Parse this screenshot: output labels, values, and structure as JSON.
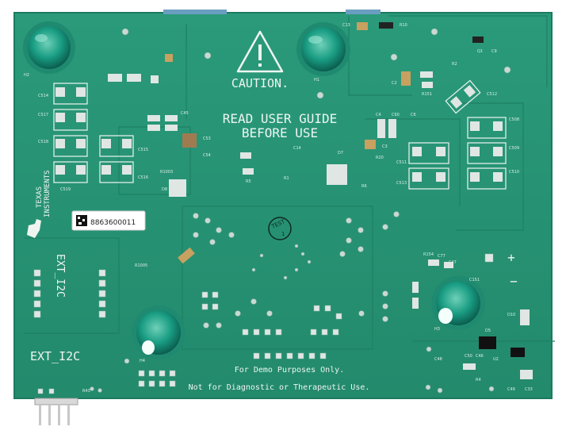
{
  "board": {
    "caution_title": "CAUTION.",
    "read_line1": "READ USER GUIDE",
    "read_line2": "BEFORE USE",
    "footer_line1": "For Demo Purposes Only.",
    "footer_line2": "Not for Diagnostic or Therapeutic Use.",
    "connector_label_vertical": "EXT_I2C",
    "connector_label_bottom": "EXT_I2C",
    "brand_line1": "TEXAS",
    "brand_line2": "INSTRUMENTS",
    "serial_number": "8863600011",
    "test_mark": "TEST",
    "test_mark_number": "1",
    "plus_sign": "+",
    "minus_sign": "−"
  },
  "refdes": {
    "c13": "C13",
    "r10": "R10",
    "q1": "Q1",
    "c9": "C9",
    "r2": "R2",
    "c2": "C2",
    "r151": "R151",
    "c512": "C512",
    "c514": "C514",
    "c517": "C517",
    "c518": "C518",
    "c519": "C519",
    "c515": "C515",
    "c516": "C516",
    "c45": "C45",
    "c53": "C53",
    "c54": "C54",
    "r1003": "R1003",
    "d8": "D8",
    "r5": "R5",
    "c14": "C14",
    "d7": "D7",
    "r1": "R1",
    "c4": "C4",
    "c60": "C60",
    "c6": "C6",
    "c3": "C3",
    "r20": "R20",
    "r6": "R6",
    "c511": "C511",
    "c513": "C513",
    "c508": "C508",
    "c509": "C509",
    "c510": "C510",
    "r1005": "R1005",
    "h1": "H1",
    "h2": "H2",
    "h3": "H3",
    "h4": "H4",
    "r154": "R154",
    "c77": "C77",
    "c47": "C47",
    "c151": "C151",
    "d5": "D5",
    "d10": "D10",
    "c48": "C48",
    "c50": "C50",
    "c46": "C46",
    "u2": "U2",
    "r4": "R4",
    "c49": "C49",
    "c33": "C33",
    "r43": "R43"
  }
}
